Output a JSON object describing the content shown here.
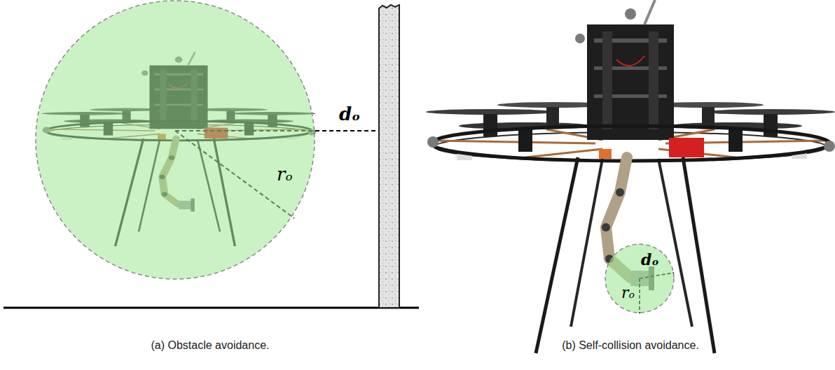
{
  "diagram": {
    "nodes": [
      {
        "text": [
          "rₒ"
        ]
      },
      {
        "text": [
          "dₒ",
          "rₒ"
        ]
      }
    ],
    "labels": [
      "dₒ",
      "(a) Obstacle avoidance.",
      "(b) Self-collision avoidance."
    ]
  }
}
